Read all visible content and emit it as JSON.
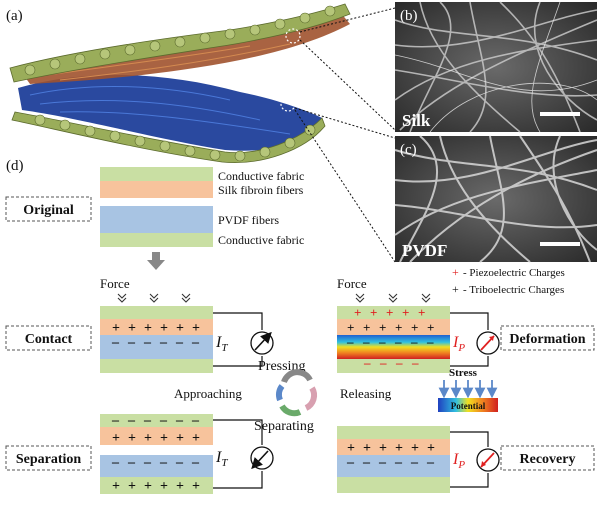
{
  "panels": {
    "a": "(a)",
    "b": "(b)",
    "c": "(c)",
    "d": "(d)"
  },
  "sem": {
    "silk": "Silk",
    "pvdf": "PVDF"
  },
  "legend": {
    "conductive_top": "Conductive fabric",
    "silk_fibers": "Silk fibroin fibers",
    "pvdf_fibers": "PVDF fibers",
    "conductive_bottom": "Conductive fabric",
    "piezo": "- Piezoelectric Charges",
    "tribo": "- Triboelectric Charges"
  },
  "states": {
    "original": "Original",
    "contact": "Contact",
    "separation": "Separation",
    "deformation": "Deformation",
    "recovery": "Recovery"
  },
  "labels": {
    "force_left": "Force",
    "force_right": "Force",
    "approaching": "Approaching",
    "releasing": "Releasing",
    "pressing": "Pressing",
    "separating": "Separating",
    "stress": "Stress",
    "potential": "Potential",
    "it_main": "I",
    "it_sub": "T",
    "ip_main": "I",
    "ip_sub": "P"
  },
  "charges": {
    "plus": "+",
    "minus": "–"
  },
  "colors": {
    "green": "#c9dfa3",
    "orange": "#f7c39c",
    "blue": "#a8c4e3",
    "sem_bg": "#3a3a3a",
    "piezo_red": "#e02020",
    "arrow_blue": "#5b88c9",
    "fabric_green": "#9aad5a"
  }
}
